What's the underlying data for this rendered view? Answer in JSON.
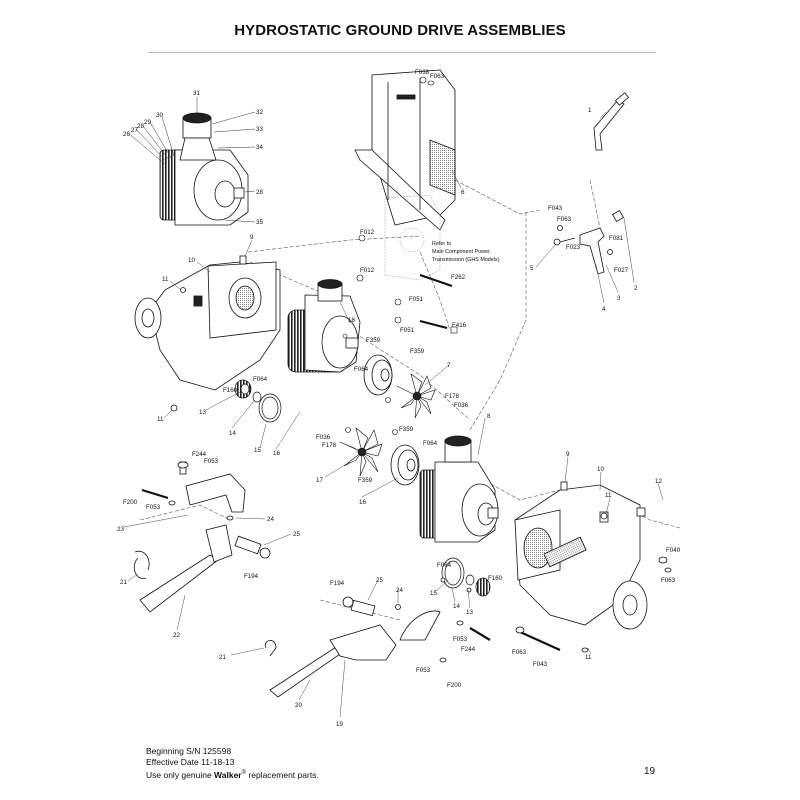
{
  "title": "HYDROSTATIC GROUND DRIVE ASSEMBLIES",
  "note_lines": [
    "Refer to",
    "Main Component Power",
    "Transmission (GHS Models)"
  ],
  "footer": {
    "serial": "Beginning S/N 125598",
    "effective_date": "Effective Date 11-18-13",
    "genuine_prefix": "Use only genuine ",
    "brand": "Walker",
    "registered": "®",
    "genuine_suffix": " replacement parts."
  },
  "page_number": "19",
  "callouts": {
    "c1": "1",
    "c2": "2",
    "c3": "3",
    "c4": "4",
    "c5": "5",
    "c6": "6",
    "c7": "7",
    "c8": "8",
    "c9a": "9",
    "c9b": "9",
    "c10a": "10",
    "c10b": "10",
    "c11a": "11",
    "c11b": "11",
    "c11c": "11",
    "c11d": "11",
    "c12": "12",
    "c13a": "13",
    "c13b": "13",
    "c14a": "14",
    "c14b": "14",
    "c15a": "15",
    "c15b": "15",
    "c16a": "16",
    "c16b": "16",
    "c17": "17",
    "c18": "18",
    "c19": "19",
    "c20": "20",
    "c21a": "21",
    "c21b": "21",
    "c22": "22",
    "c23": "23",
    "c24a": "24",
    "c24b": "24",
    "c25a": "25",
    "c25b": "25",
    "c26": "26",
    "c27": "27",
    "c28a": "28",
    "c28b": "28",
    "c29": "29",
    "c30": "30",
    "c31": "31",
    "c32": "32",
    "c33": "33",
    "c34": "34",
    "c35": "35",
    "F038": "F038",
    "F063a": "F063",
    "F043a": "F043",
    "F063b": "F063",
    "F023": "F023",
    "F081": "F081",
    "F027": "F027",
    "F012a": "F012",
    "F012b": "F012",
    "F262": "F262",
    "F051a": "F051",
    "F051b": "F051",
    "F416": "F416",
    "F359a": "F359",
    "F359b": "F359",
    "F064a": "F064",
    "F064b": "F064",
    "F160a": "F160",
    "F178a": "F178",
    "F036a": "F036",
    "F036b": "F036",
    "F178b": "F178",
    "F359c": "F359",
    "F064c": "F064",
    "F359d": "F359",
    "F244a": "F244",
    "F053a": "F053",
    "F200a": "F200",
    "F053b": "F053",
    "F194a": "F194",
    "F064d": "F064",
    "F160b": "F160",
    "F194b": "F194",
    "F040": "F040",
    "F063c": "F063",
    "F053c": "F053",
    "F244b": "F244",
    "F063d": "F063",
    "F043b": "F043",
    "F053d": "F053",
    "F200b": "F200"
  }
}
